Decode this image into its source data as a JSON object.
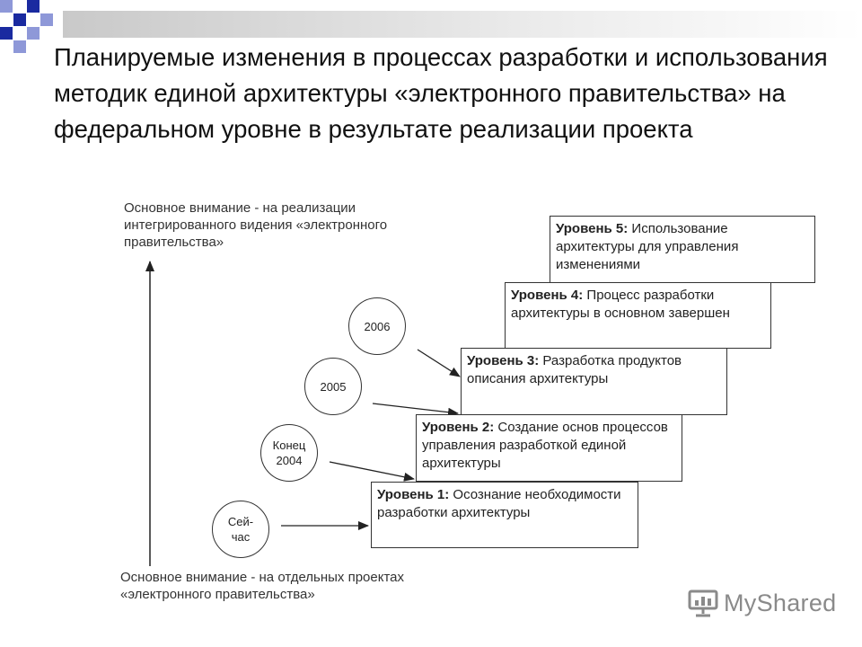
{
  "title": "Планируемые изменения в процессах разработки и использования методик единой архитектуры «электронного правительства» на федеральном уровне в результате реализации проекта",
  "axis": {
    "top_label": "Основное внимание - на реализации интегрированного видения «электронного правительства»",
    "bottom_label": "Основное внимание - на отдельных проектах «электронного правительства»"
  },
  "levels": [
    {
      "title": "Уровень 1:",
      "text": "Осознание необходимости разработки архитектуры"
    },
    {
      "title": "Уровень 2:",
      "text": "Создание основ процессов управления разработкой единой архитектуры"
    },
    {
      "title": "Уровень 3:",
      "text": "Разработка продуктов описания архитектуры"
    },
    {
      "title": "Уровень 4:",
      "text": "Процесс разработки архитектуры в основном завершен"
    },
    {
      "title": "Уровень 5:",
      "text": "Использование архитектуры для управления изменениями"
    }
  ],
  "milestones": [
    {
      "line1": "Сей-",
      "line2": "час"
    },
    {
      "line1": "Конец",
      "line2": "2004"
    },
    {
      "line1": "2005",
      "line2": ""
    },
    {
      "line1": "2006",
      "line2": ""
    }
  ],
  "watermark": {
    "text": "MyShared"
  },
  "colors": {
    "accent_dark": "#1a2aa0",
    "accent_light": "#8e98d8",
    "line": "#333333"
  }
}
